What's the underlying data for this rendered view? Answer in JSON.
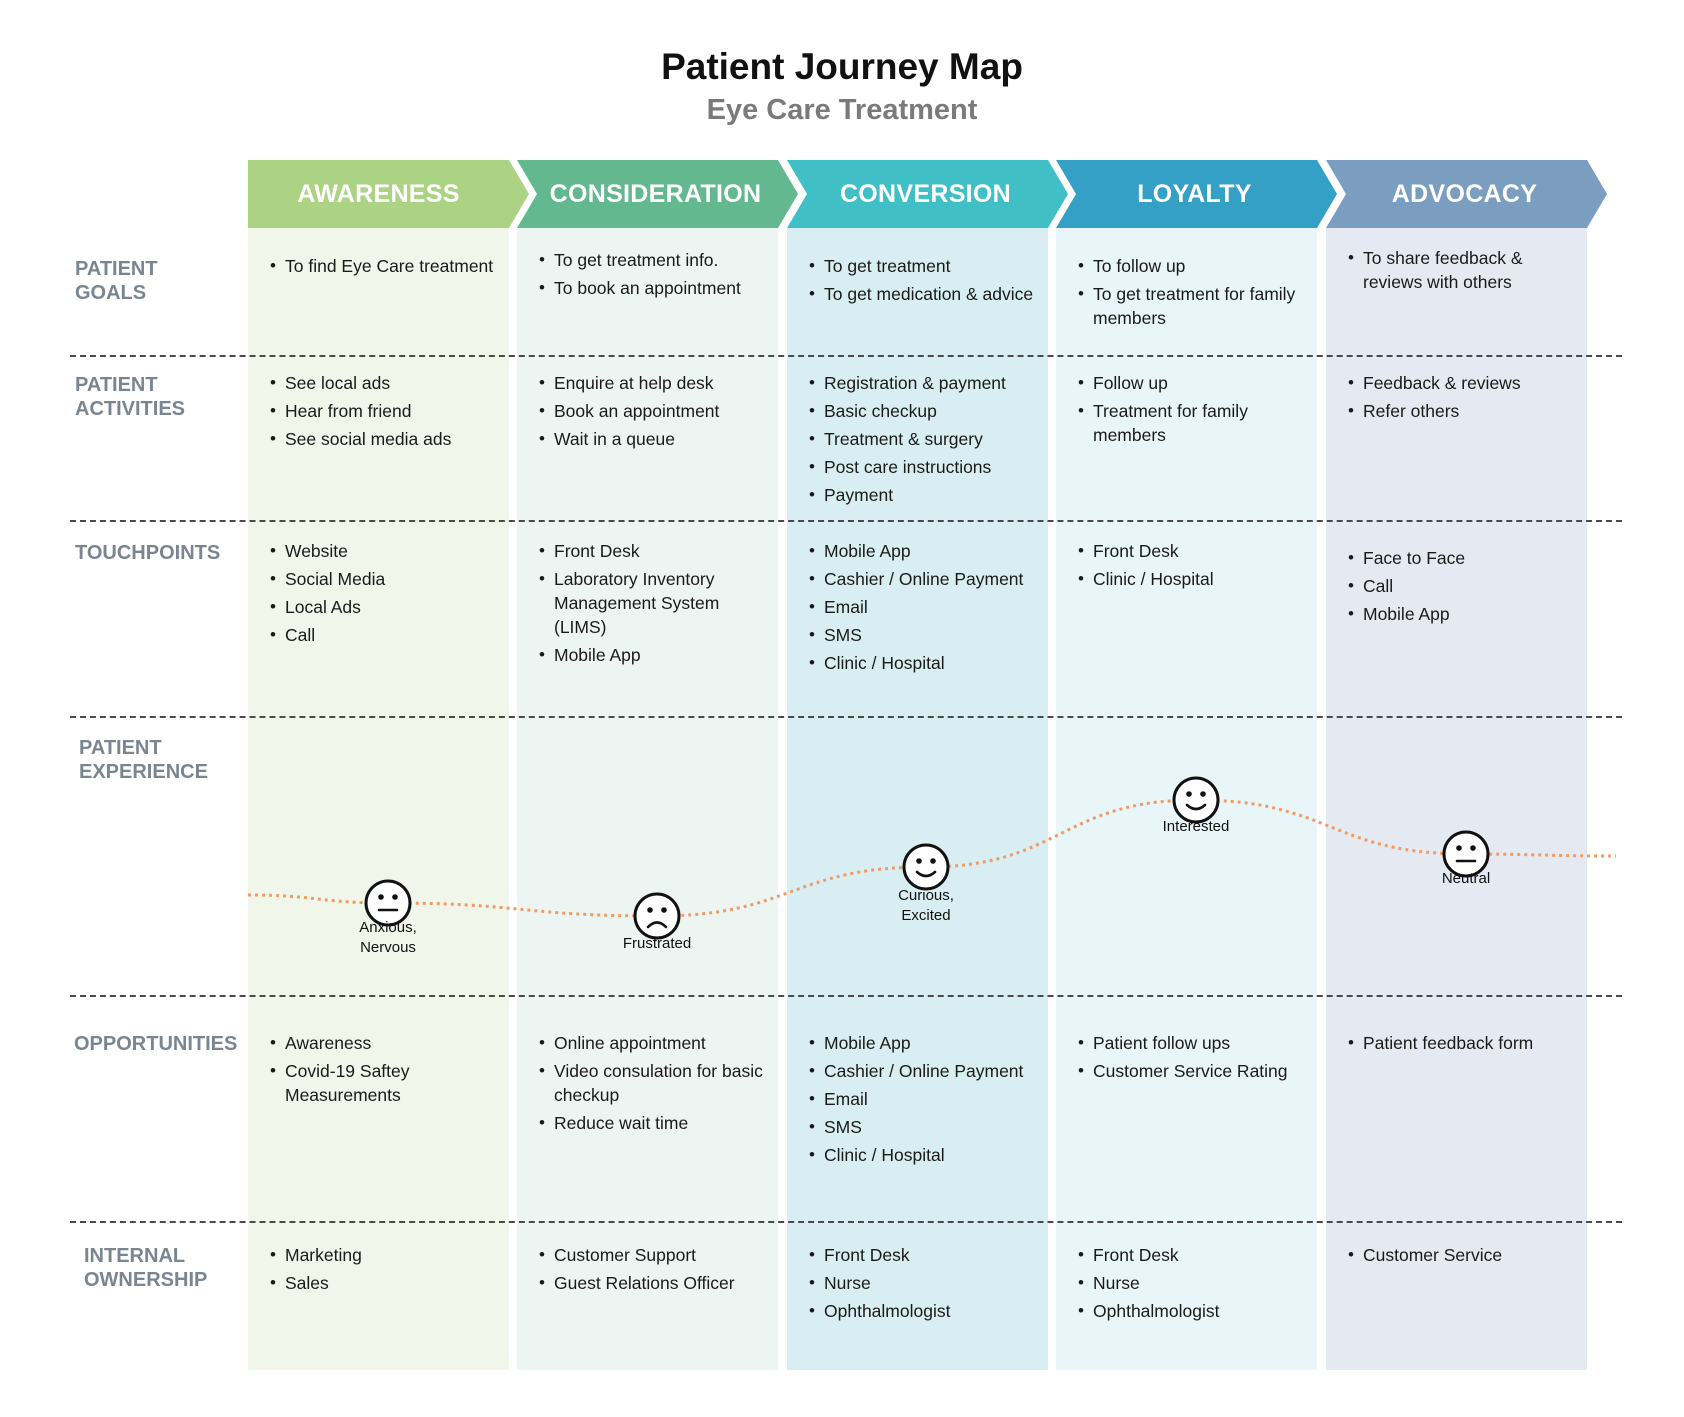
{
  "title": "Patient Journey Map",
  "subtitle": "Eye Care Treatment",
  "stages": [
    {
      "label": "AWARENESS",
      "color": "#acd384",
      "bg": "#f0f6ea"
    },
    {
      "label": "CONSIDERATION",
      "color": "#63b88f",
      "bg": "#ecf5f1"
    },
    {
      "label": "CONVERSION",
      "color": "#40bfc7",
      "bg": "#d9eef2"
    },
    {
      "label": "LOYALTY",
      "color": "#34a0c6",
      "bg": "#e8f5f9"
    },
    {
      "label": "ADVOCACY",
      "color": "#7b9dc0",
      "bg": "#e5e9f2"
    }
  ],
  "rows": [
    {
      "label": "PATIENT\nGOALS",
      "cells": [
        [
          "To find Eye Care treatment"
        ],
        [
          "To get treatment info.",
          "To book an appointment"
        ],
        [
          "To get treatment",
          "To get medication & advice"
        ],
        [
          "To follow up",
          "To get treatment for family members"
        ],
        [
          "To share feedback & reviews with others"
        ]
      ]
    },
    {
      "label": "PATIENT\nACTIVITIES",
      "cells": [
        [
          "See local ads",
          "Hear from friend",
          "See social media ads"
        ],
        [
          "Enquire at help desk",
          "Book an appointment",
          "Wait in a queue"
        ],
        [
          "Registration & payment",
          "Basic checkup",
          "Treatment & surgery",
          "Post care instructions",
          "Payment"
        ],
        [
          "Follow up",
          "Treatment for family members"
        ],
        [
          "Feedback & reviews",
          "Refer others"
        ]
      ]
    },
    {
      "label": "TOUCHPOINTS",
      "cells": [
        [
          "Website",
          "Social Media",
          "Local Ads",
          "Call"
        ],
        [
          "Front Desk",
          "Laboratory Inventory Management System (LIMS)",
          "Mobile App"
        ],
        [
          "Mobile App",
          "Cashier / Online Payment",
          "Email",
          "SMS",
          "Clinic / Hospital"
        ],
        [
          "Front Desk",
          "Clinic / Hospital"
        ],
        [
          "Face to Face",
          "Call",
          "Mobile App"
        ]
      ]
    },
    {
      "label": "PATIENT\nEXPERIENCE",
      "cells": []
    },
    {
      "label": "OPPORTUNITIES",
      "cells": [
        [
          "Awareness",
          "Covid-19 Saftey Measurements"
        ],
        [
          "Online appointment",
          "Video consulation for basic checkup",
          "Reduce wait time"
        ],
        [
          "Mobile App",
          "Cashier / Online Payment",
          "Email",
          "SMS",
          "Clinic / Hospital"
        ],
        [
          "Patient follow ups",
          "Customer Service Rating"
        ],
        [
          "Patient feedback form"
        ]
      ]
    },
    {
      "label": "INTERNAL\nOWNERSHIP",
      "cells": [
        [
          "Marketing",
          "Sales"
        ],
        [
          "Customer Support",
          "Guest Relations Officer"
        ],
        [
          "Front Desk",
          "Nurse",
          "Ophthalmologist"
        ],
        [
          "Front Desk",
          "Nurse",
          "Ophthalmologist"
        ],
        [
          "Customer Service"
        ]
      ]
    }
  ],
  "experience": {
    "line_color": "#f29a62",
    "points": [
      {
        "emotion": "Anxious,\nNervous",
        "face": "neutral-face-icon"
      },
      {
        "emotion": "Frustrated",
        "face": "sad-face-icon"
      },
      {
        "emotion": "Curious,\nExcited",
        "face": "happy-face-icon"
      },
      {
        "emotion": "Interested",
        "face": "happy-face-icon"
      },
      {
        "emotion": "Neutral",
        "face": "neutral-face-icon"
      }
    ]
  }
}
